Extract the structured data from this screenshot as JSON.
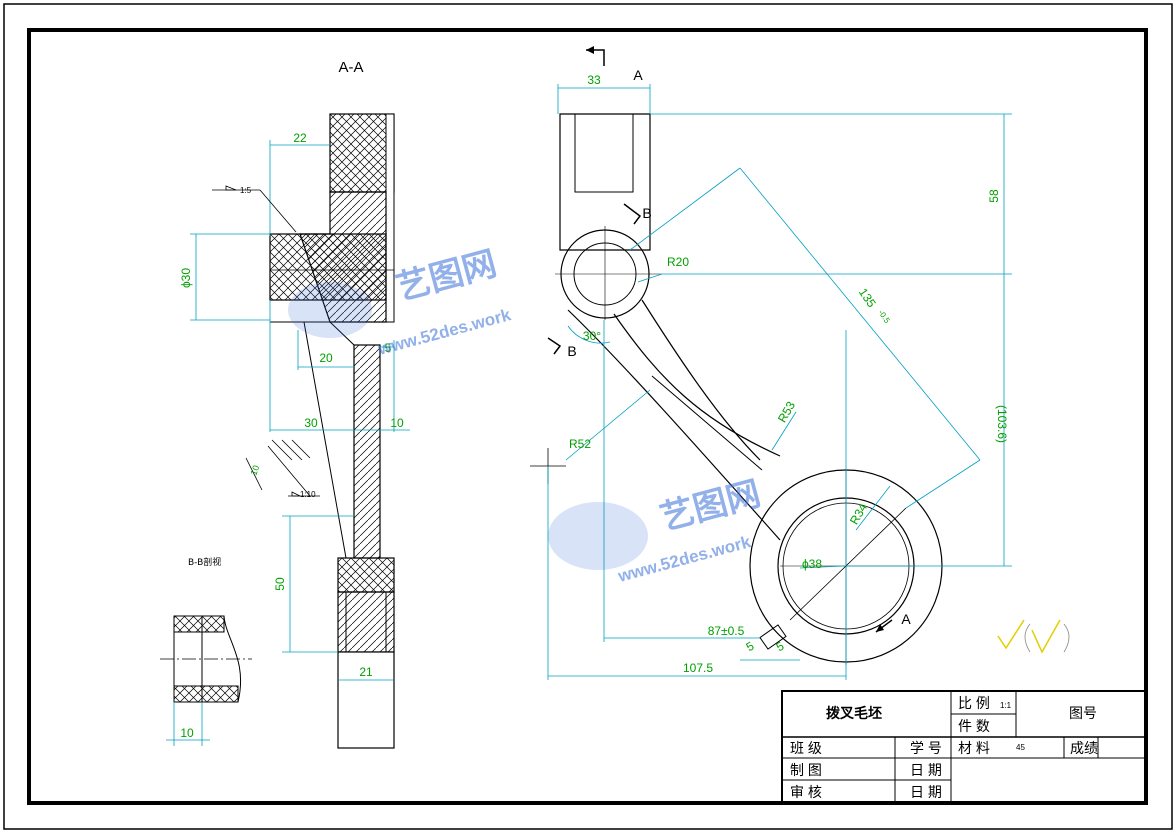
{
  "section_aa": {
    "title": "A-A",
    "dim_22": "22",
    "dim_phi30": "ϕ30",
    "dim_20": "20",
    "dim_5": "5",
    "dim_30": "30",
    "dim_10": "10",
    "dim_50": "50",
    "dim_21": "21",
    "taper_top": "1:5",
    "taper_side": "10",
    "taper_bottom": "1:10"
  },
  "section_bb": {
    "title": "B-B剖视",
    "dim_10": "10"
  },
  "main_view": {
    "section_mark_top": "A",
    "section_mark_bottom": "A",
    "b_mark_top": "B",
    "b_mark_bottom": "B",
    "dim_33": "33",
    "dim_58": "58",
    "dim_r20": "R20",
    "dim_135": "135",
    "dim_135_tol": "-0.5",
    "dim_30deg": "30°",
    "dim_r53": "R53",
    "dim_r52": "R52",
    "dim_103_6": "(103.6)",
    "dim_r34": "R34",
    "dim_phi38": "ϕ38",
    "dim_87": "87±0.5",
    "dim_5a": "5",
    "dim_5b": "5",
    "dim_107_5": "107.5"
  },
  "watermark": {
    "brand": "艺图网",
    "url": "www.52des.work"
  },
  "title_block": {
    "part_name": "拨叉毛坯",
    "scale_label": "比 例",
    "scale_value": "1:1",
    "drawing_no_label": "图号",
    "quantity_label": "件 数",
    "class_label": "班 级",
    "student_no_label": "学 号",
    "material_label": "材 料",
    "material_value": "45",
    "grade_label": "成绩",
    "drawn_label": "制 图",
    "date_label_1": "日 期",
    "review_label": "审 核",
    "date_label_2": "日 期"
  },
  "colors": {
    "outline": "#000000",
    "dimension": "#00a0c0",
    "dim_text": "#00a000",
    "surface_finish": "#e0d000",
    "watermark": "#3a6fd8"
  }
}
